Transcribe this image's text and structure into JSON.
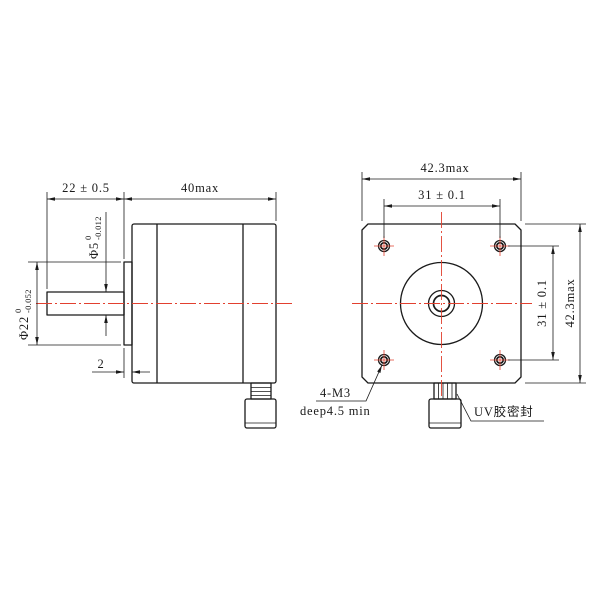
{
  "side_view": {
    "shaft_length_label": "22 ± 0.5",
    "body_length_label": "40max",
    "boss_diameter": {
      "nominal": "Φ22",
      "upper_tol": "0",
      "lower_tol": "-0.052"
    },
    "shaft_diameter": {
      "nominal": "Φ5",
      "upper_tol": "0",
      "lower_tol": "-0.012"
    },
    "boss_height_label": "2"
  },
  "front_view": {
    "width_label": "42.3max",
    "hole_pitch_horizontal_label": "31 ± 0.1",
    "hole_pitch_vertical_label": "31 ± 0.1",
    "height_label": "42.3max",
    "thread_note": "4-M3",
    "depth_note": "deep4.5 min",
    "seal_note": "UV胶密封"
  },
  "colors": {
    "line": "#1a1a1a",
    "centerline": "#e2402f"
  }
}
